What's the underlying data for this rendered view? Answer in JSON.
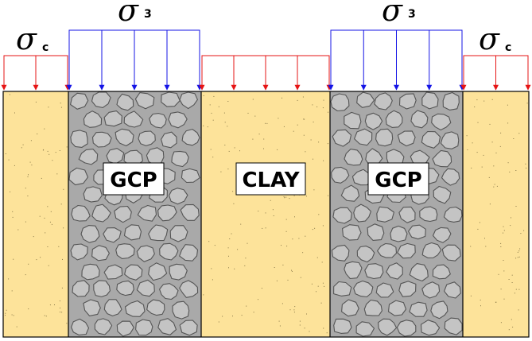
{
  "figure": {
    "loads": {
      "column_stress_symbol": "σ",
      "column_stress_subscript": "3",
      "clay_stress_symbol": "σ",
      "clay_stress_subscript": "c"
    },
    "zones": [
      {
        "id": "clay-left",
        "material": "clay",
        "label": ""
      },
      {
        "id": "gcp-left",
        "material": "gravel",
        "label": "GCP"
      },
      {
        "id": "clay-middle",
        "material": "clay",
        "label": "CLAY"
      },
      {
        "id": "gcp-right",
        "material": "gravel",
        "label": "GCP"
      },
      {
        "id": "clay-right",
        "material": "clay",
        "label": ""
      }
    ],
    "colors": {
      "clay": "#fde39a",
      "gravel": "#a9a9a9",
      "stone_fill": "#c4c4c4",
      "stone_edge": "#555555",
      "column_load": "#1414e6",
      "clay_load": "#e61414",
      "outline": "#000000"
    }
  }
}
